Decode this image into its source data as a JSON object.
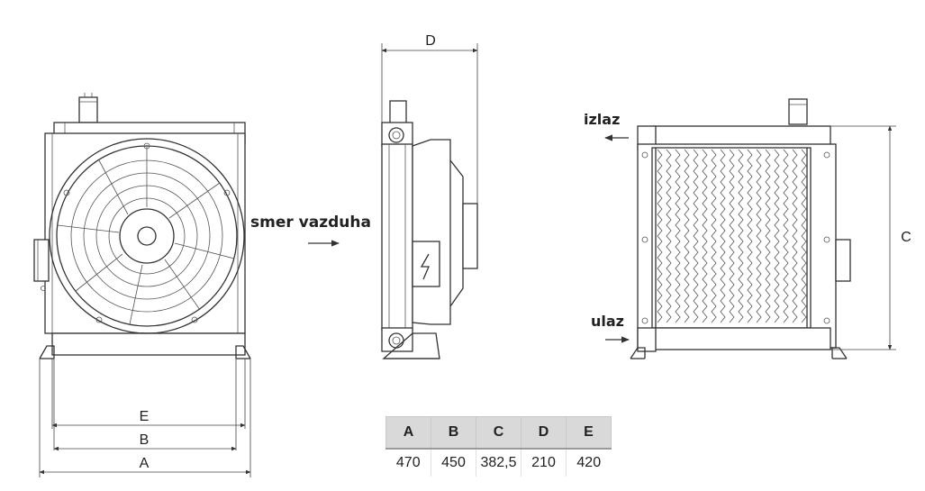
{
  "labels": {
    "airflow": "smer vazduha",
    "outlet": "izlaz",
    "inlet": "ulaz"
  },
  "dimension_labels": {
    "a": "A",
    "b": "B",
    "c": "C",
    "d": "D",
    "e": "E"
  },
  "table": {
    "headers": [
      "A",
      "B",
      "C",
      "D",
      "E"
    ],
    "values": [
      "470",
      "450",
      "382,5",
      "210",
      "420"
    ]
  }
}
